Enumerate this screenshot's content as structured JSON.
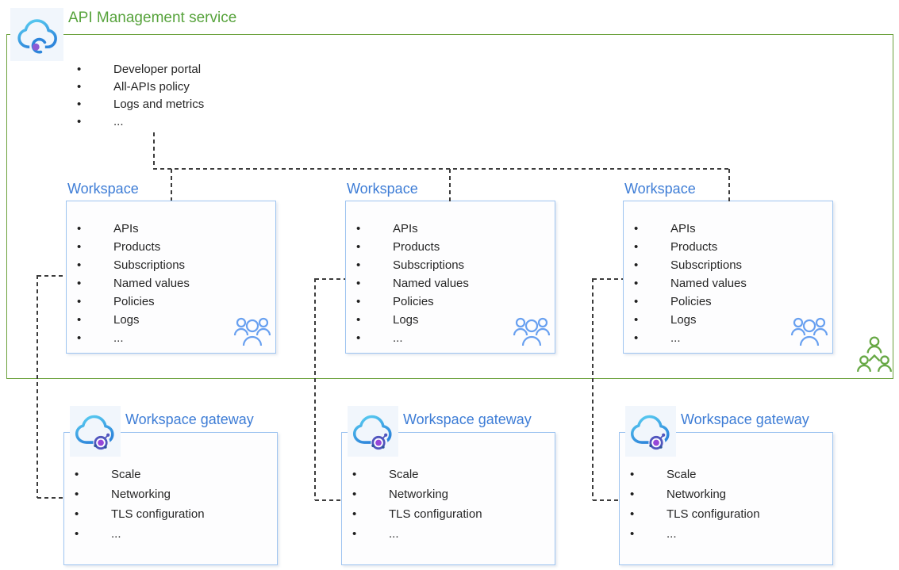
{
  "service": {
    "title": "API Management service",
    "items": [
      "Developer portal",
      "All-APIs policy",
      "Logs and metrics",
      "..."
    ]
  },
  "workspaces": [
    {
      "title": "Workspace",
      "items": [
        "APIs",
        "Products",
        "Subscriptions",
        "Named values",
        "Policies",
        "Logs",
        "..."
      ]
    },
    {
      "title": "Workspace",
      "items": [
        "APIs",
        "Products",
        "Subscriptions",
        "Named values",
        "Policies",
        "Logs",
        "..."
      ]
    },
    {
      "title": "Workspace",
      "items": [
        "APIs",
        "Products",
        "Subscriptions",
        "Named values",
        "Policies",
        "Logs",
        "..."
      ]
    }
  ],
  "gateways": [
    {
      "title": "Workspace gateway",
      "items": [
        "Scale",
        "Networking",
        "TLS configuration",
        "..."
      ]
    },
    {
      "title": "Workspace gateway",
      "items": [
        "Scale",
        "Networking",
        "TLS configuration",
        "..."
      ]
    },
    {
      "title": "Workspace gateway",
      "items": [
        "Scale",
        "Networking",
        "TLS configuration",
        "..."
      ]
    }
  ],
  "icons": {
    "service": "api-management-cloud-icon",
    "gateway": "workspace-gateway-cloud-icon",
    "workspace_members": "team-icon",
    "service_members": "org-people-icon"
  },
  "colors": {
    "service_green_text": "#57A33C",
    "service_green_border": "#6BA13C",
    "workspace_title_blue": "#3E7DD6",
    "box_border_blue": "#9EC4F0",
    "connector_gray": "#3C3C3C",
    "team_icon_blue": "#68A0F0",
    "org_icon_green": "#67A845",
    "cloud_gradient_light": "#5BD0F2",
    "cloud_gradient_dark": "#2E86DB",
    "purple_dot": "#8E5BD4"
  }
}
